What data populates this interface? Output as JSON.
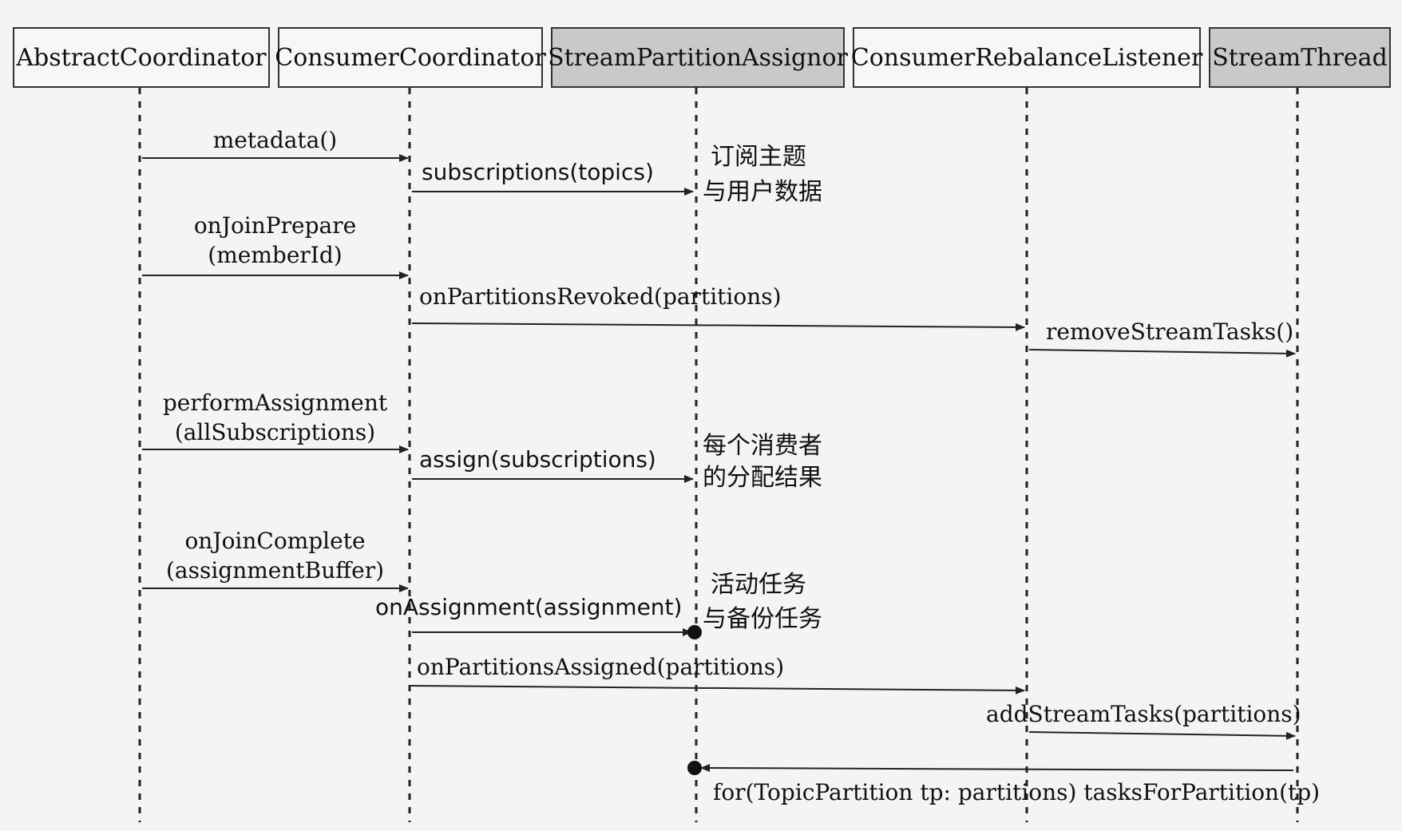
{
  "participants": [
    {
      "id": "abstract",
      "label": "AbstractCoordinator"
    },
    {
      "id": "consumer",
      "label": "ConsumerCoordinator"
    },
    {
      "id": "assignor",
      "label": "StreamPartitionAssignor"
    },
    {
      "id": "listener",
      "label": "ConsumerRebalanceListener"
    },
    {
      "id": "thread",
      "label": "StreamThread"
    }
  ],
  "messages": {
    "metadata": "metadata()",
    "subscriptions": "subscriptions(topics)",
    "on_join_prepare_1": "onJoinPrepare",
    "on_join_prepare_2": "(memberId)",
    "revoked": "onPartitionsRevoked(partitions)",
    "remove_tasks": "removeStreamTasks()",
    "perform_1": "performAssignment",
    "perform_2": "(allSubscriptions)",
    "assign": "assign(subscriptions)",
    "on_join_complete_1": "onJoinComplete",
    "on_join_complete_2": "(assignmentBuffer)",
    "on_assignment": "onAssignment(assignment)",
    "assigned": "onPartitionsAssigned(partitions)",
    "add_tasks": "addStreamTasks(partitions)",
    "for_loop": "for(TopicPartition tp: partitions) tasksForPartition(tp)"
  },
  "notes": {
    "subscribe_1": "订阅主题",
    "subscribe_2": "与用户数据",
    "result_1": "每个消费者",
    "result_2": "的分配结果",
    "tasks_1": "活动任务",
    "tasks_2": "与备份任务"
  }
}
